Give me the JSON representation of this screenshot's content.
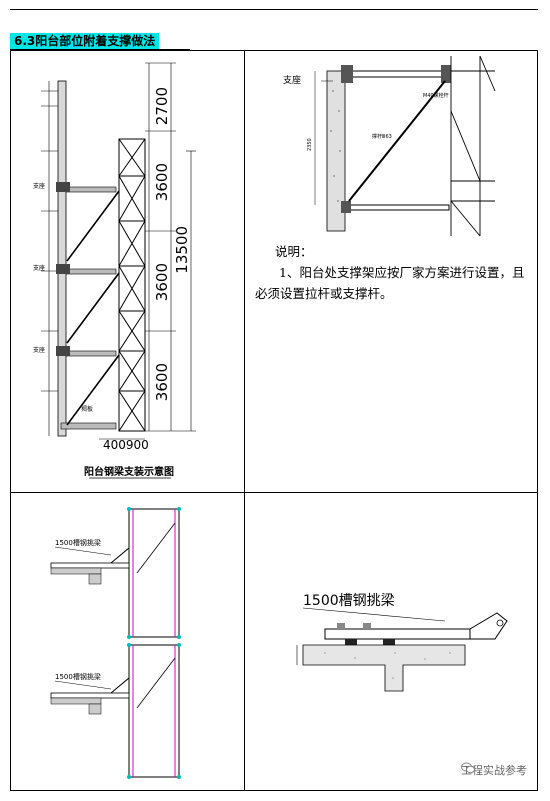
{
  "section": {
    "title": "6.3阳台部位附着支撑做法"
  },
  "figure_top_left": {
    "dims_vertical": [
      "2700",
      "3600",
      "3600",
      "3600"
    ],
    "dim_total": "13500",
    "support_label": "支座",
    "bottom_dims": "400900",
    "base_label": "揭板",
    "caption": "阳台钢梁支装示意图"
  },
  "figure_top_right": {
    "support_label": "支座",
    "diag_label": "撑杆Ⅲ63",
    "bolt_label": "M40螺栓杆",
    "dim_label": "2350"
  },
  "notes": {
    "title": "说明：",
    "body": "1、阳台处支撑架应按厂家方案进行设置，且必须设置拉杆或支撑杆。"
  },
  "figure_bottom_left": {
    "beam_label_1": "1500槽钢挑梁",
    "beam_label_2": "1500槽钢挑梁"
  },
  "figure_bottom_right": {
    "beam_label": "1500槽钢挑梁"
  },
  "watermark": {
    "text": "工程实战参考"
  }
}
